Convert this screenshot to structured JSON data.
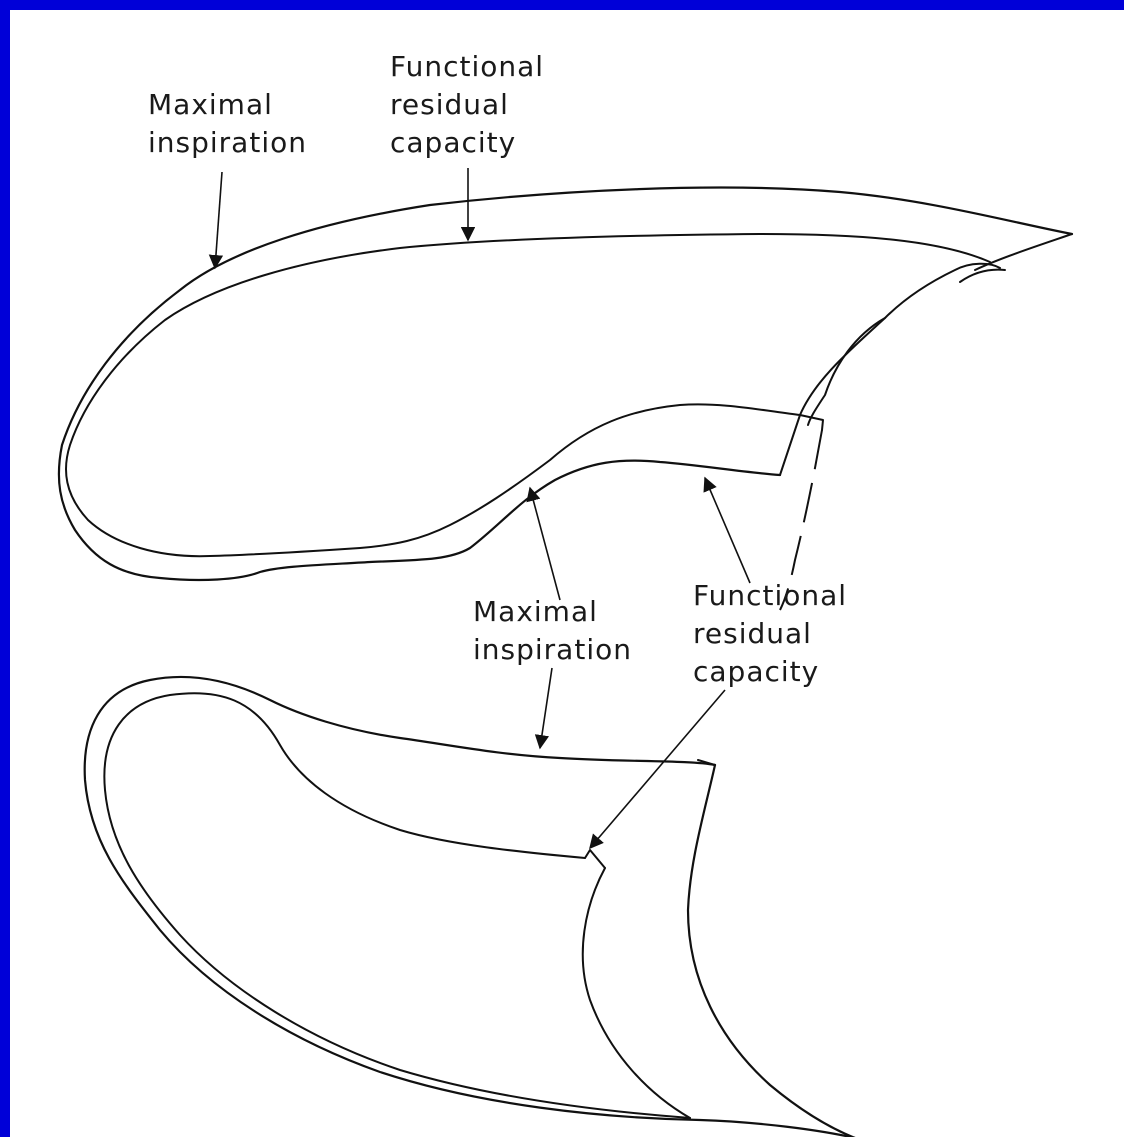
{
  "slide": {
    "border_color": "#0000d8",
    "background_color": "#ffffff",
    "line_color": "#111111"
  },
  "lateral_view": {
    "label_maximal": {
      "line1": "Maximal",
      "line2": "inspiration"
    },
    "label_frc": {
      "line1": "Functional",
      "line2": "residual",
      "line3": "capacity"
    }
  },
  "frontal_view": {
    "label_maximal": {
      "line1": "Maximal",
      "line2": "inspiration"
    },
    "label_frc": {
      "line1": "Functional",
      "line2": "residual",
      "line3": "capacity"
    }
  }
}
